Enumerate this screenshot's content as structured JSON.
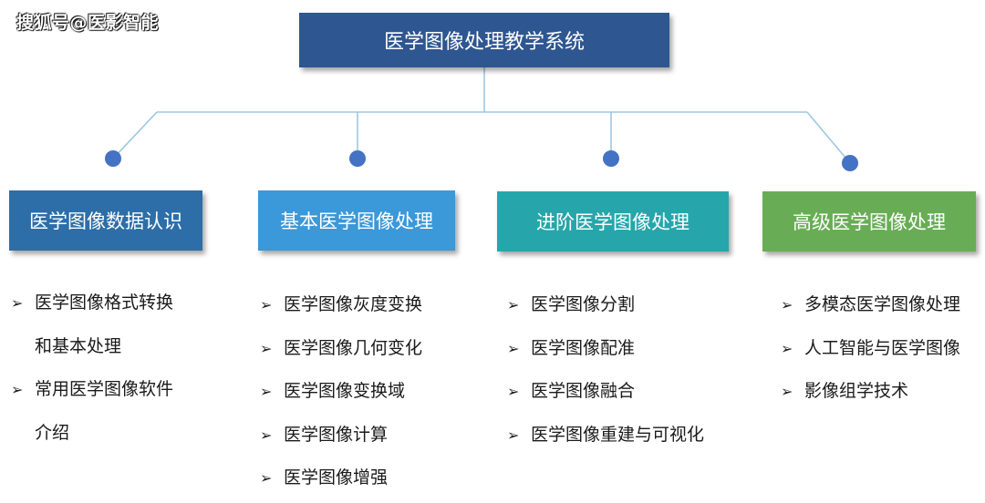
{
  "watermark": "搜狐号@医影智能",
  "root": {
    "title": "医学图像处理教学系统",
    "color": "#2e5691"
  },
  "connector_color": "#9ec7e0",
  "dot_color": "#4472c4",
  "categories": [
    {
      "title": "医学图像数据认识",
      "color": "#2d6ea8",
      "items": [
        "医学图像格式转换",
        "和基本处理",
        "常用医学图像软件",
        "介绍"
      ],
      "arrows": [
        true,
        false,
        true,
        false
      ]
    },
    {
      "title": "基本医学图像处理",
      "color": "#3b98d9",
      "items": [
        "医学图像灰度变换",
        "医学图像几何变化",
        "医学图像变换域",
        "医学图像计算",
        "医学图像增强"
      ],
      "arrows": [
        true,
        true,
        true,
        true,
        true
      ]
    },
    {
      "title": "进阶医学图像处理",
      "color": "#26a6ab",
      "items": [
        "医学图像分割",
        "医学图像配准",
        "医学图像融合",
        "医学图像重建与可视化"
      ],
      "arrows": [
        true,
        true,
        true,
        true
      ]
    },
    {
      "title": "高级医学图像处理",
      "color": "#68ad55",
      "items": [
        "多模态医学图像处理",
        "人工智能与医学图像",
        "影像组学技术"
      ],
      "arrows": [
        true,
        true,
        true
      ]
    }
  ]
}
